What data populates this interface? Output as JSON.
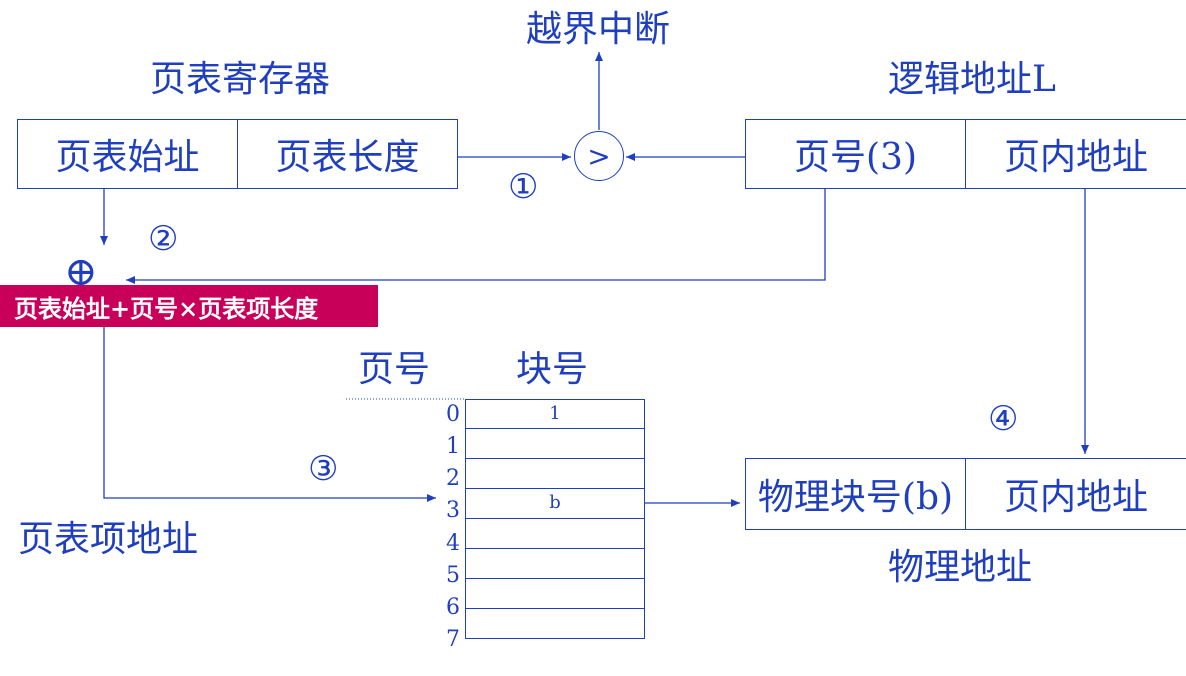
{
  "title_interrupt": "越界中断",
  "page_table_register_label": "页表寄存器",
  "register_cells": [
    "页表始址",
    "页表长度"
  ],
  "logical_address_label": "逻辑地址L",
  "logical_cells": [
    "页号(3)",
    "页内地址"
  ],
  "compare_symbol": ">",
  "step_markers": [
    "①",
    "②",
    "③",
    "④"
  ],
  "add_symbol": "⊕",
  "formula": "页表始址+页号×页表项长度",
  "table_headers": [
    "页号",
    "块号"
  ],
  "page_indices": [
    "0",
    "1",
    "2",
    "3",
    "4",
    "5",
    "6",
    "7"
  ],
  "block_values": [
    "1",
    "",
    "",
    "b",
    "",
    "",
    "",
    ""
  ],
  "pte_address_label": "页表项地址",
  "physical_cells": [
    "物理块号(b)",
    "页内地址"
  ],
  "physical_address_label": "物理地址",
  "colors": {
    "line": "#1f3fbf",
    "highlight": "#c8005a"
  }
}
